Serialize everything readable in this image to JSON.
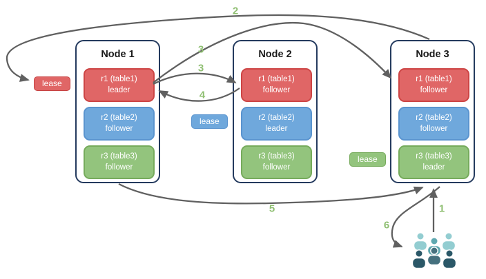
{
  "nodes": [
    {
      "title": "Node 1",
      "replicas": [
        {
          "name": "r1 (table1)",
          "role": "leader"
        },
        {
          "name": "r2 (table2)",
          "role": "follower"
        },
        {
          "name": "r3 (table3)",
          "role": "follower"
        }
      ]
    },
    {
      "title": "Node 2",
      "replicas": [
        {
          "name": "r1 (table1)",
          "role": "follower"
        },
        {
          "name": "r2 (table2)",
          "role": "leader"
        },
        {
          "name": "r3 (table3)",
          "role": "follower"
        }
      ]
    },
    {
      "title": "Node 3",
      "replicas": [
        {
          "name": "r1 (table1)",
          "role": "follower"
        },
        {
          "name": "r2 (table2)",
          "role": "follower"
        },
        {
          "name": "r3 (table3)",
          "role": "leader"
        }
      ]
    }
  ],
  "leases": {
    "table1": {
      "label": "lease",
      "color": "#e06666"
    },
    "table2": {
      "label": "lease",
      "color": "#6fa8dc"
    },
    "table3": {
      "label": "lease",
      "color": "#93c47d"
    }
  },
  "steps": [
    {
      "label": "1"
    },
    {
      "label": "2"
    },
    {
      "label": "3"
    },
    {
      "label": "3"
    },
    {
      "label": "4"
    },
    {
      "label": "5"
    },
    {
      "label": "6"
    }
  ],
  "colors": {
    "replica_red": "#e06666",
    "replica_blue": "#6fa8dc",
    "replica_green": "#93c47d",
    "step_label_green": "#8fbf72",
    "arrow_gray": "#606060",
    "node_border": "#243a5e",
    "users_light_teal": "#93cdd1",
    "users_medium_teal": "#5fa8b0",
    "users_slate": "#45707e",
    "users_dark_slate": "#2b5868"
  }
}
